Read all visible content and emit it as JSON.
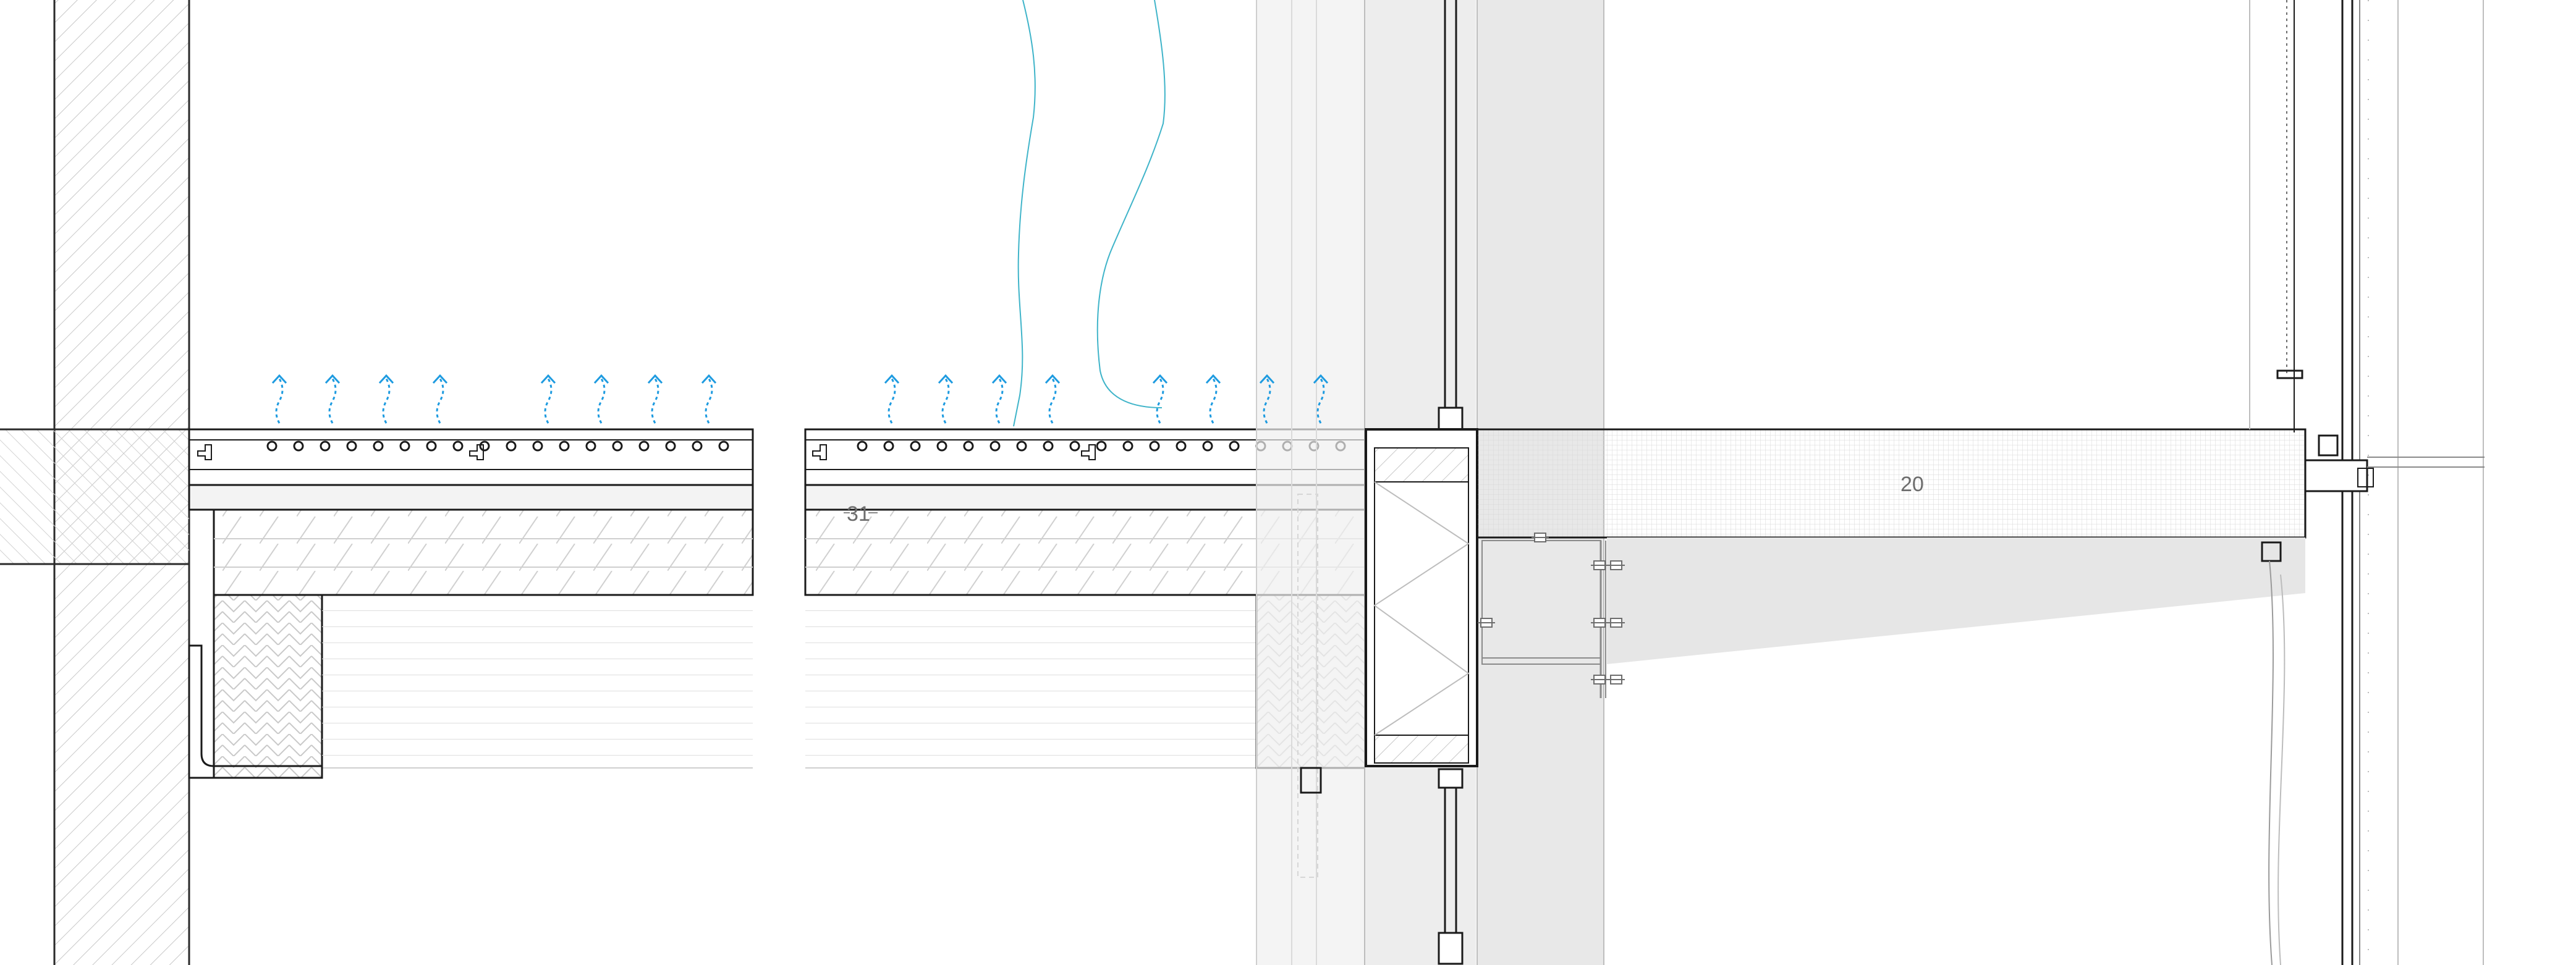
{
  "drawing": {
    "kind": "architectural section detail",
    "callouts": [
      {
        "id": "callout-31",
        "text": "31"
      },
      {
        "id": "callout-20",
        "text": "20"
      }
    ],
    "colors": {
      "line": "#1a1a1a",
      "thin_line": "#8a8a8a",
      "hatch": "#bdbdbd",
      "panel_fill": "#ededed",
      "light_fill": "#f3f3f3",
      "beam_fill": "#e4e4e4",
      "heat_arrow": "#1e9be0",
      "water_line": "#3fb4c9",
      "label": "#6d6d6d"
    },
    "icons": [
      "heat-rising-arrow-icon"
    ]
  }
}
